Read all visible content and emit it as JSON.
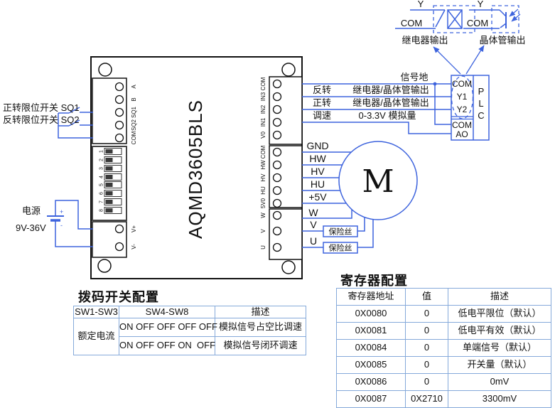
{
  "board": {
    "model": "AQMD3605BLS",
    "left_terminals": [
      "A",
      "B",
      "SQ1",
      "SQ2",
      "COM"
    ],
    "dip_numbers": [
      "1",
      "2",
      "3",
      "4",
      "5",
      "6",
      "7",
      "8"
    ],
    "power_terminals": [
      "V+",
      "V-"
    ],
    "right_io_terminals": [
      "COM",
      "IN3",
      "IN2",
      "IN1",
      "V0"
    ],
    "right_hall_terminals": [
      "COM",
      "HW",
      "HV",
      "HU",
      "5V0"
    ],
    "right_phase_terminals": [
      "W",
      "V",
      "U"
    ]
  },
  "left_labels": {
    "sq1": "正转限位开关 SQ1",
    "sq2": "反转限位开关 SQ2",
    "power_name": "电源",
    "power_range": "9V-36V",
    "plus": "+",
    "minus": "-"
  },
  "signal_wires": {
    "ground": "信号地",
    "reverse": "反转",
    "reverse_type": "继电器/晶体管输出",
    "forward": "正转",
    "forward_type": "继电器/晶体管输出",
    "speed": "调速",
    "speed_type": "0-3.3V 模拟量"
  },
  "motor_wires": {
    "gnd": "GND",
    "hw": "HW",
    "hv": "HV",
    "hu": "HU",
    "p5v": "+5V",
    "w": "W",
    "v": "V",
    "u": "U",
    "fuse1": "保险丝",
    "fuse2": "保险丝"
  },
  "motor": {
    "symbol": "M"
  },
  "plc": {
    "letters": [
      "P",
      "L",
      "C"
    ],
    "digital_terminals": [
      "COM",
      "Y1",
      "Y2"
    ],
    "analog_terminals": [
      "COM",
      "AO"
    ]
  },
  "output_symbols": {
    "relay": {
      "y": "Y",
      "com": "COM",
      "label": "继电器输出"
    },
    "transistor": {
      "y": "Y",
      "com": "COM",
      "label": "晶体管输出"
    }
  },
  "dip_table": {
    "title": "拨码开关配置",
    "headers": [
      "SW1-SW3",
      "SW4-SW8",
      "描述"
    ],
    "merged_cell": "额定电流",
    "rows": [
      [
        "ON OFF OFF OFF OFF",
        "模拟信号占空比调速"
      ],
      [
        "ON OFF OFF ON  OFF",
        "模拟信号闭环调速"
      ]
    ]
  },
  "register_table": {
    "title": "寄存器配置",
    "headers": [
      "寄存器地址",
      "值",
      "描述"
    ],
    "rows": [
      [
        "0X0080",
        "0",
        "低电平限位（默认）"
      ],
      [
        "0X0081",
        "0",
        "低电平有效（默认）"
      ],
      [
        "0X0084",
        "0",
        "单端信号（默认）"
      ],
      [
        "0X0085",
        "0",
        "开关量（默认）"
      ],
      [
        "0X0086",
        "0",
        "0mV"
      ],
      [
        "0X0087",
        "0X2710",
        "3300mV"
      ]
    ]
  },
  "colors": {
    "wire": "#3d63dd",
    "table_border": "#85a9da"
  }
}
